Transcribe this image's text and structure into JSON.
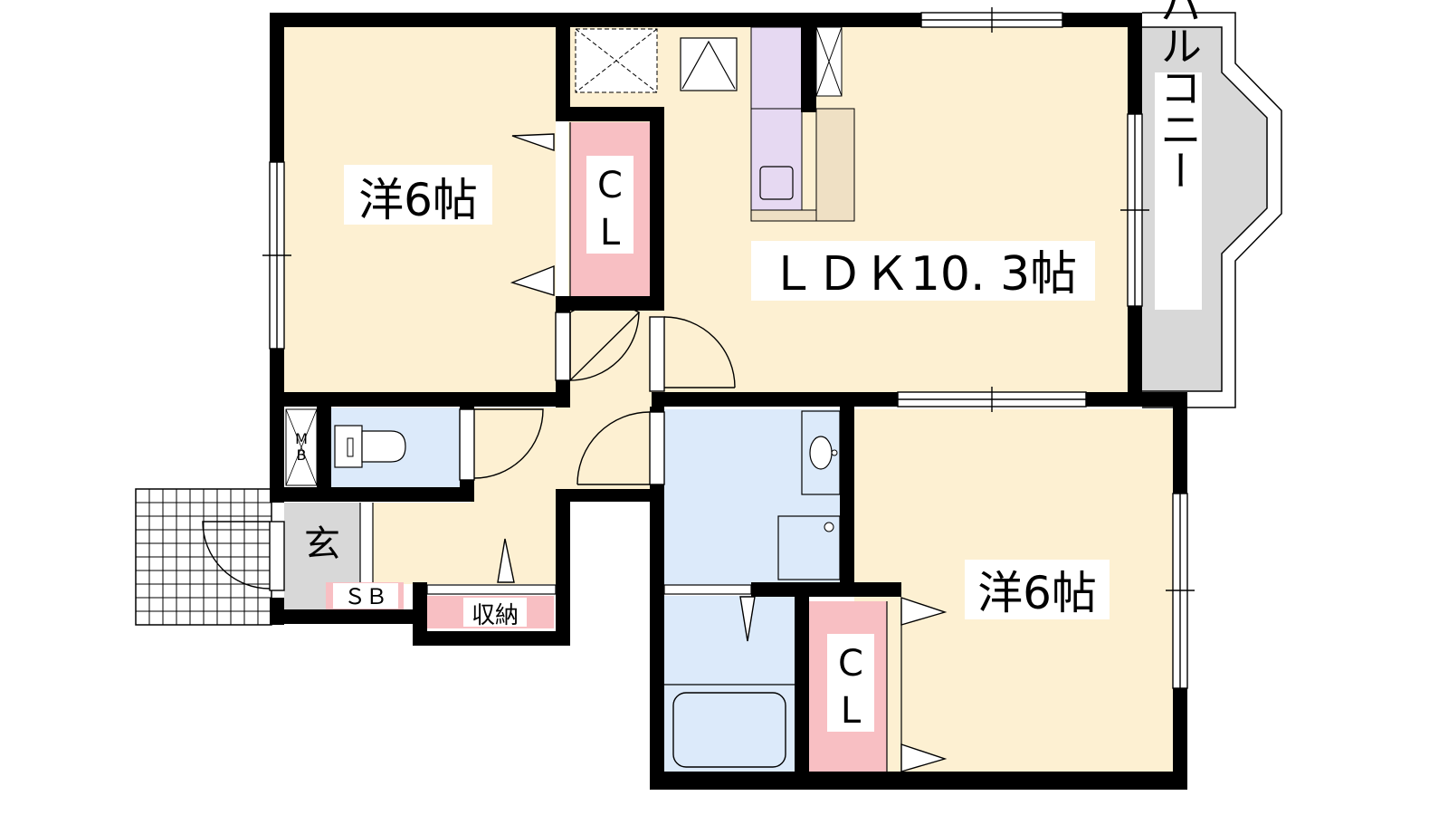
{
  "colors": {
    "room": "#fdf0d2",
    "wet": "#dceafa",
    "closet": "#f8bfc3",
    "balcony": "#d8d8d8",
    "entrance": "#d8d8d8",
    "fridge": "#e6d9f2",
    "counter": "#efe0c4",
    "wall": "#000000"
  },
  "labels": {
    "room_nw": "洋6帖",
    "room_se": "洋6帖",
    "ldk": "ＬＤＫ10. 3帖",
    "balcony": "バルコニー",
    "cl1_c": "C",
    "cl1_l": "L",
    "cl2_c": "C",
    "cl2_l": "L",
    "entrance": "玄",
    "sb": "ＳＢ",
    "storage": "収納",
    "mb_m": "M",
    "mb_b": "B"
  },
  "icons": [
    "door-swing-icon",
    "window-icon",
    "toilet-icon",
    "washbasin-icon",
    "bathtub-icon",
    "washing-machine-icon",
    "refrigerator-icon",
    "fire-alarm-icon"
  ]
}
